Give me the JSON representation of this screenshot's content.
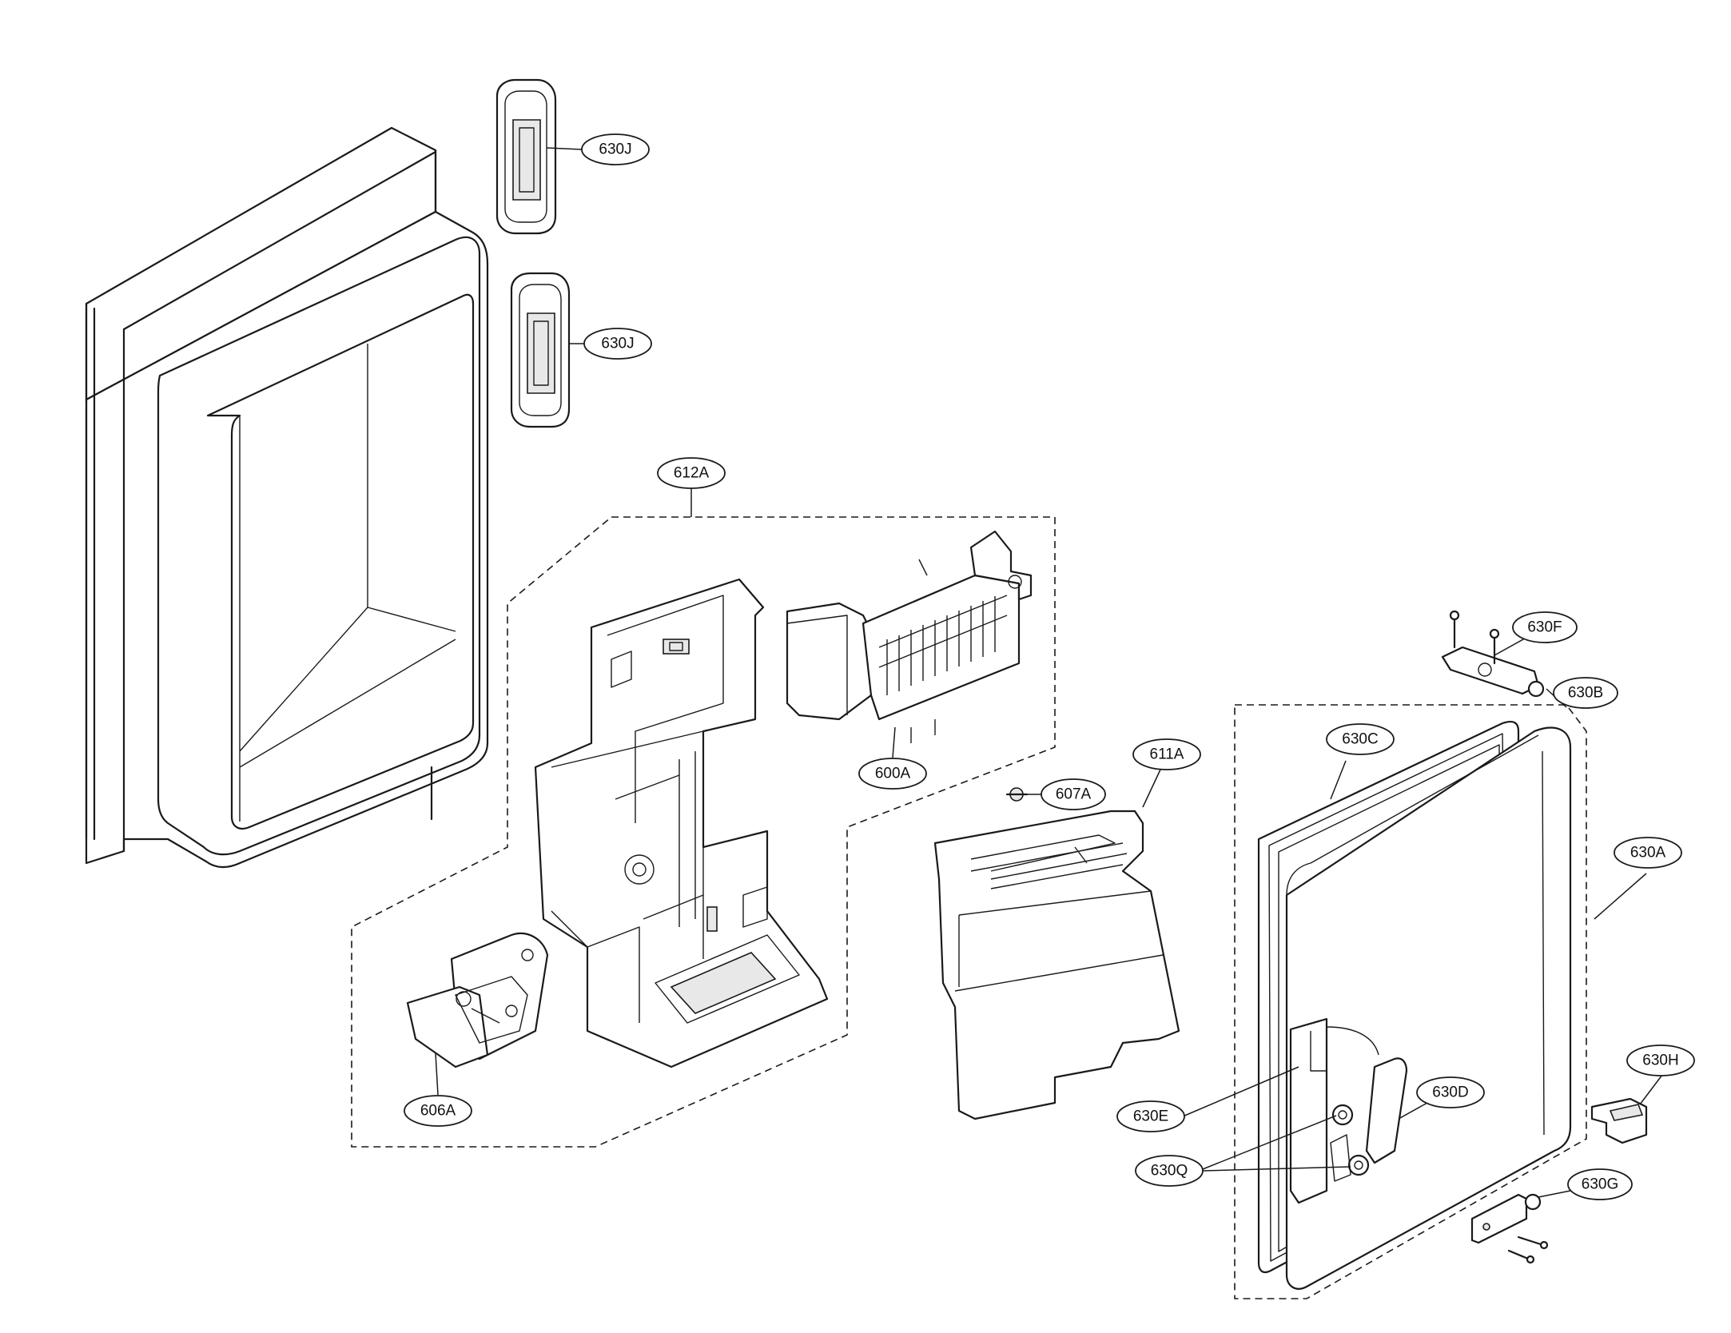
{
  "callouts": [
    {
      "id": "c630J_top",
      "text": "630J"
    },
    {
      "id": "c630J_mid",
      "text": "630J"
    },
    {
      "id": "c612A",
      "text": "612A"
    },
    {
      "id": "c600A",
      "text": "600A"
    },
    {
      "id": "c607A",
      "text": "607A"
    },
    {
      "id": "c611A",
      "text": "611A"
    },
    {
      "id": "c606A",
      "text": "606A"
    },
    {
      "id": "c630F",
      "text": "630F"
    },
    {
      "id": "c630B",
      "text": "630B"
    },
    {
      "id": "c630C",
      "text": "630C"
    },
    {
      "id": "c630A",
      "text": "630A"
    },
    {
      "id": "c630H",
      "text": "630H"
    },
    {
      "id": "c630D",
      "text": "630D"
    },
    {
      "id": "c630E",
      "text": "630E"
    },
    {
      "id": "c630Q",
      "text": "630Q"
    },
    {
      "id": "c630G",
      "text": "630G"
    }
  ],
  "colors": {
    "line": "#1a1a1a",
    "background": "#ffffff",
    "shade": "#e8e8e8"
  }
}
